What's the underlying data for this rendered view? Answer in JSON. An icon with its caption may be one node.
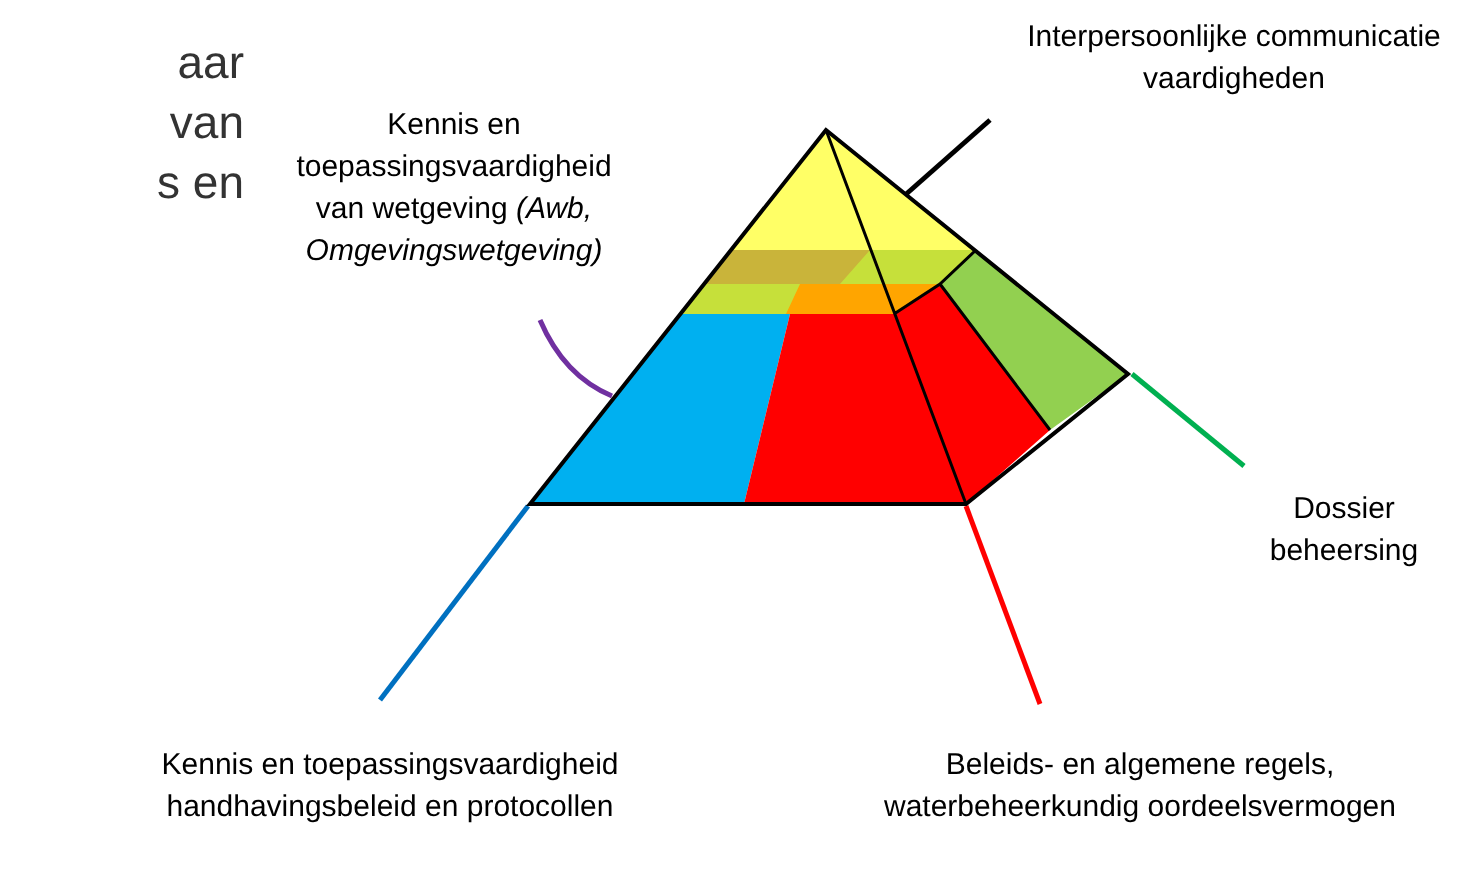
{
  "diagram": {
    "nodes": [
      {
        "text": [
          "Interpersoonlijke communicatie vaardigheden"
        ]
      },
      {
        "text": [
          "Kennis en toepassingsvaardigheid van wetgeving *(Awb, Omgevingswetgeving)*"
        ]
      },
      {
        "text": [
          "Dossier beheersing"
        ]
      },
      {
        "text": [
          "Kennis en toepassingsvaardigheid handhavingsbeleid en protocollen"
        ]
      },
      {
        "text": [
          "Beleids- en algemene regels, waterbeheerkundig oordeelsvermogen"
        ]
      },
      {
        "text": [],
        "shape": "pyramid"
      },
      {
        "text": [],
        "shape": "triangle",
        "in": 5
      },
      {
        "text": [],
        "shape": "band",
        "in": 5
      },
      {
        "text": [],
        "shape": "trapezoid",
        "in": 5
      },
      {
        "text": [],
        "shape": "trapezoid",
        "in": 5
      },
      {
        "text": [],
        "shape": "trapezoid",
        "in": 5
      }
    ],
    "edges": [
      {
        "from": 0,
        "to": 6,
        "arrow": "none"
      },
      {
        "from": 1,
        "to": 5,
        "arrow": "none",
        "color": "#7030a0"
      },
      {
        "from": 2,
        "to": 10,
        "arrow": "none",
        "color": "#00b050"
      },
      {
        "from": 3,
        "to": 8,
        "arrow": "none",
        "color": "#0070c0"
      },
      {
        "from": 4,
        "to": 9,
        "arrow": "none",
        "color": "#ff0000"
      }
    ],
    "labels": [
      "aar",
      "van",
      "s en"
    ]
  }
}
